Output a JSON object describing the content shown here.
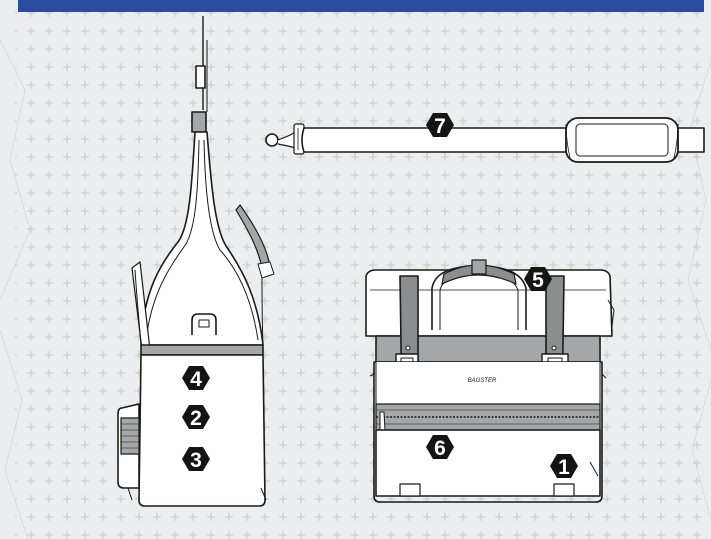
{
  "brand": {
    "logo_text": "BAGSTER"
  },
  "colors": {
    "top_bar": "#2a4c9e",
    "background": "#ebedf1",
    "grid_plus": "#c4c8cf",
    "outline": "#1a1a1a",
    "band": "#a5a6a8",
    "strap_dark": "#8c8d90",
    "badge_fill": "#141414",
    "badge_text": "#ffffff"
  },
  "callouts": [
    {
      "id": "badge-4",
      "label": "4"
    },
    {
      "id": "badge-2",
      "label": "2"
    },
    {
      "id": "badge-3",
      "label": "3"
    },
    {
      "id": "badge-5",
      "label": "5"
    },
    {
      "id": "badge-6",
      "label": "6"
    },
    {
      "id": "badge-1",
      "label": "1"
    },
    {
      "id": "badge-7",
      "label": "7"
    }
  ]
}
